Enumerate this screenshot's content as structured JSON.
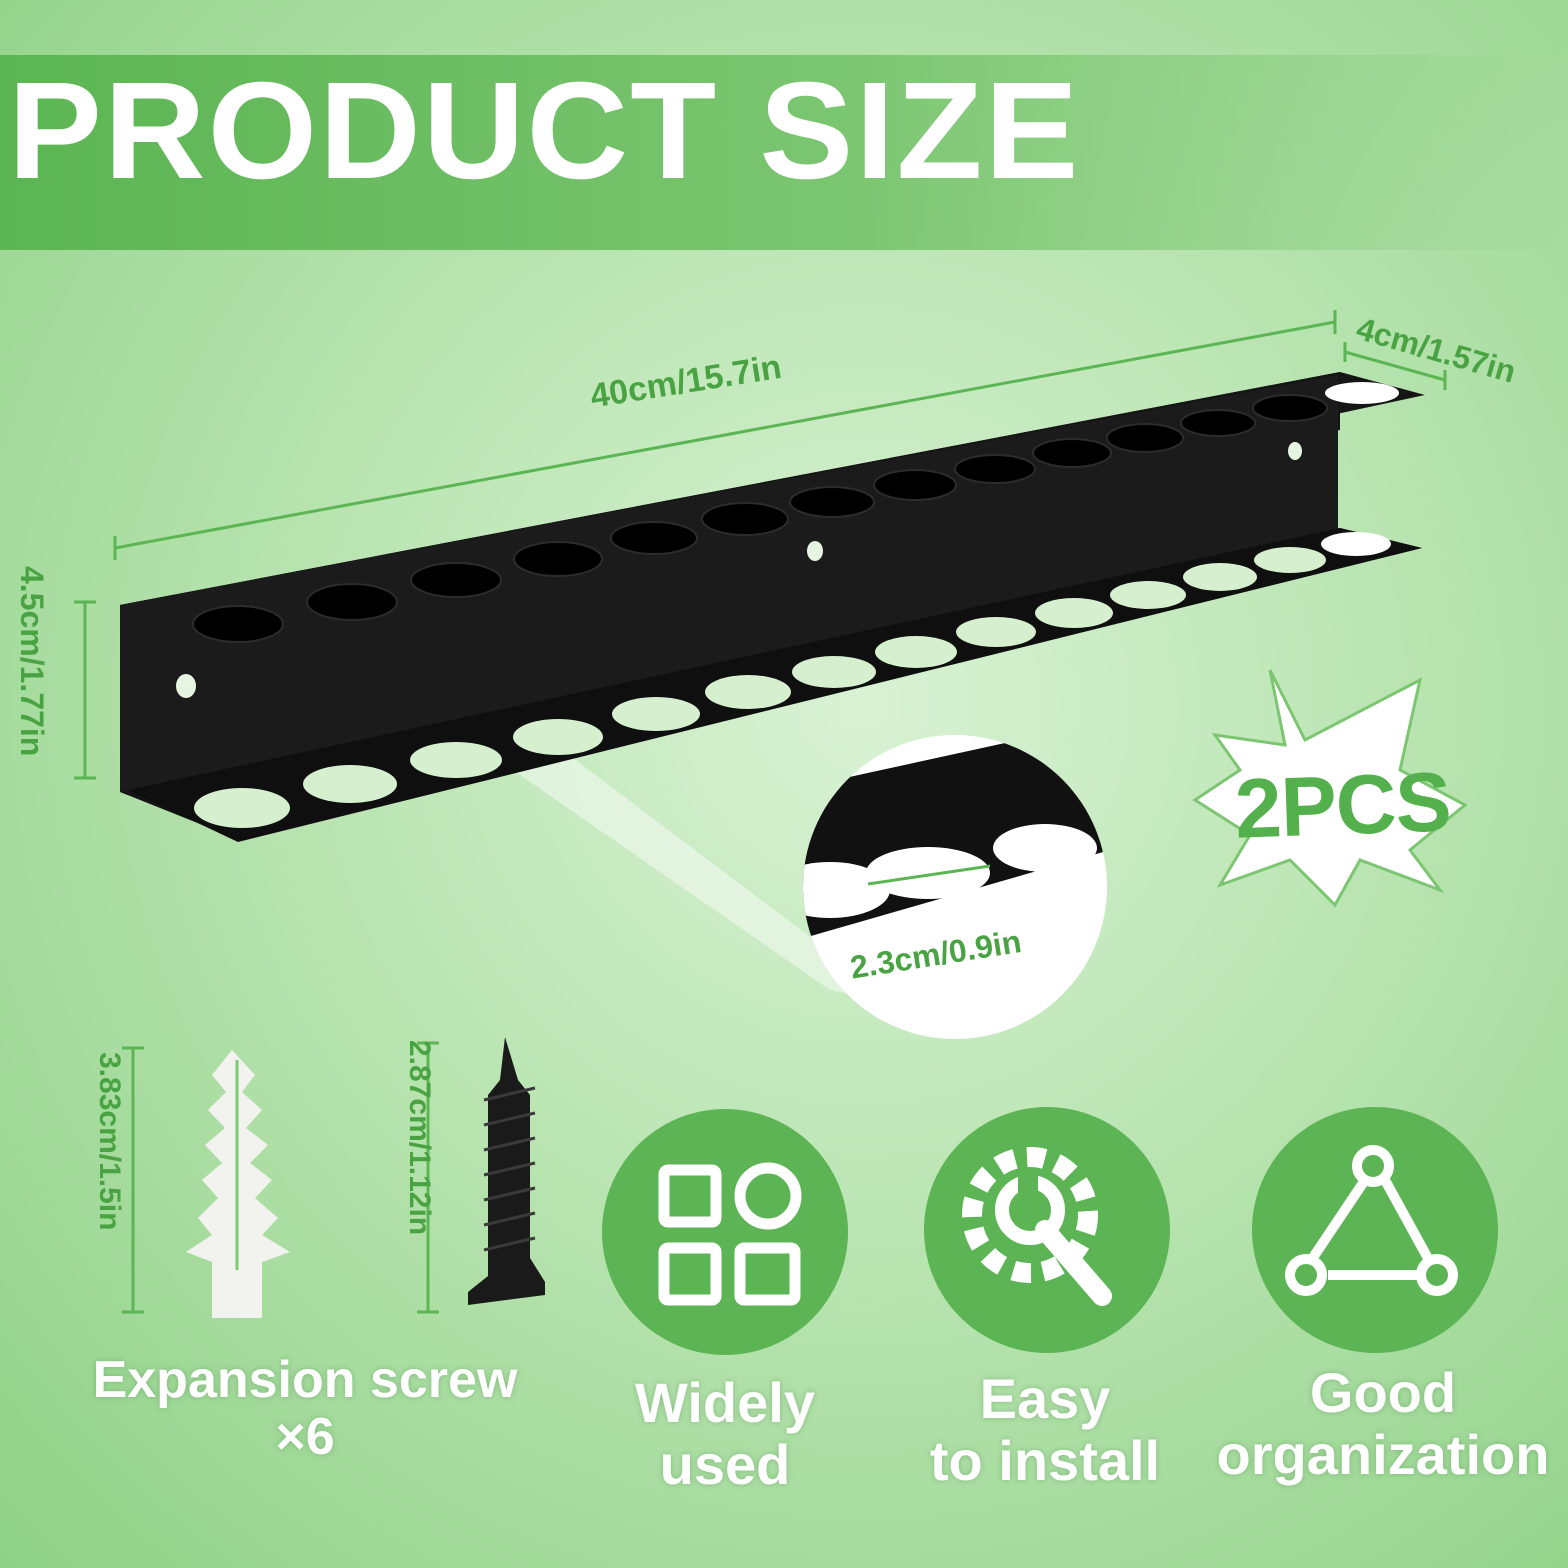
{
  "title": "PRODUCT SIZE",
  "dimensions": {
    "length": "40cm/15.7in",
    "depth": "4cm/1.57in",
    "height": "4.5cm/1.77in",
    "hole_diameter": "2.3cm/0.9in",
    "anchor_length": "3.83cm/1.5in",
    "screw_length": "2.87cm/1.12in"
  },
  "badge": "2PCS",
  "accessory": {
    "line1": "Expansion screw",
    "line2": "×6"
  },
  "features": [
    {
      "line1": "Widely",
      "line2": "used",
      "icon": "grid-shapes-icon"
    },
    {
      "line1": "Easy",
      "line2": "to install",
      "icon": "gear-wrench-icon"
    },
    {
      "line1": "Good",
      "line2": "organization",
      "icon": "triangle-nodes-icon"
    }
  ],
  "colors": {
    "accent": "#4aa343",
    "banner": "#5bb552",
    "feature_circle": "#5db454",
    "rack": "#111111"
  }
}
